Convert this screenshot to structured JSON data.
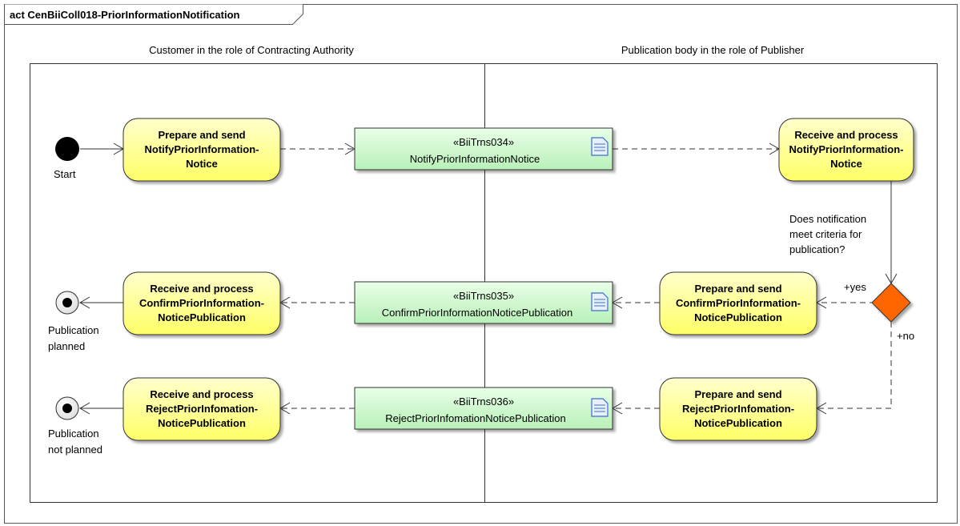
{
  "frame": {
    "title": "act CenBiiColl018-PriorInformationNotification"
  },
  "lanes": {
    "left": "Customer in the role of Contracting Authority",
    "right": "Publication body in the role of Publisher"
  },
  "nodes": {
    "start": {
      "label": "Start"
    },
    "end_planned": {
      "label1": "Publication",
      "label2": "planned"
    },
    "end_not_planned": {
      "label1": "Publication",
      "label2": "not planned"
    },
    "prepare_notify": {
      "lines": [
        "Prepare and send",
        "NotifyPriorInformation-",
        "Notice"
      ]
    },
    "receive_notify": {
      "lines": [
        "Receive and process",
        "NotifyPriorInformation-",
        "Notice"
      ]
    },
    "prepare_confirm": {
      "lines": [
        "Prepare and send",
        "ConfirmPriorInformation-",
        "NoticePublication"
      ]
    },
    "receive_confirm": {
      "lines": [
        "Receive and process",
        "ConfirmPriorInformation-",
        "NoticePublication"
      ]
    },
    "prepare_reject": {
      "lines": [
        "Prepare and send",
        "RejectPriorInfomation-",
        "NoticePublication"
      ]
    },
    "receive_reject": {
      "lines": [
        "Receive and process",
        "RejectPriorInfomation-",
        "NoticePublication"
      ]
    }
  },
  "objects": {
    "trns034": {
      "stereotype": "«BiiTrns034»",
      "name": "NotifyPriorInformationNotice"
    },
    "trns035": {
      "stereotype": "«BiiTrns035»",
      "name": "ConfirmPriorInformationNoticePublication"
    },
    "trns036": {
      "stereotype": "«BiiTrns036»",
      "name": "RejectPriorInfomationNoticePublication"
    }
  },
  "decision": {
    "question": [
      "Does notification",
      "meet criteria for",
      "publication?"
    ],
    "yes": "+yes",
    "no": "+no"
  },
  "colors": {
    "activity_fill": "#ffff99",
    "object_fill": "#ccffcc",
    "decision_fill": "#ff6600"
  }
}
